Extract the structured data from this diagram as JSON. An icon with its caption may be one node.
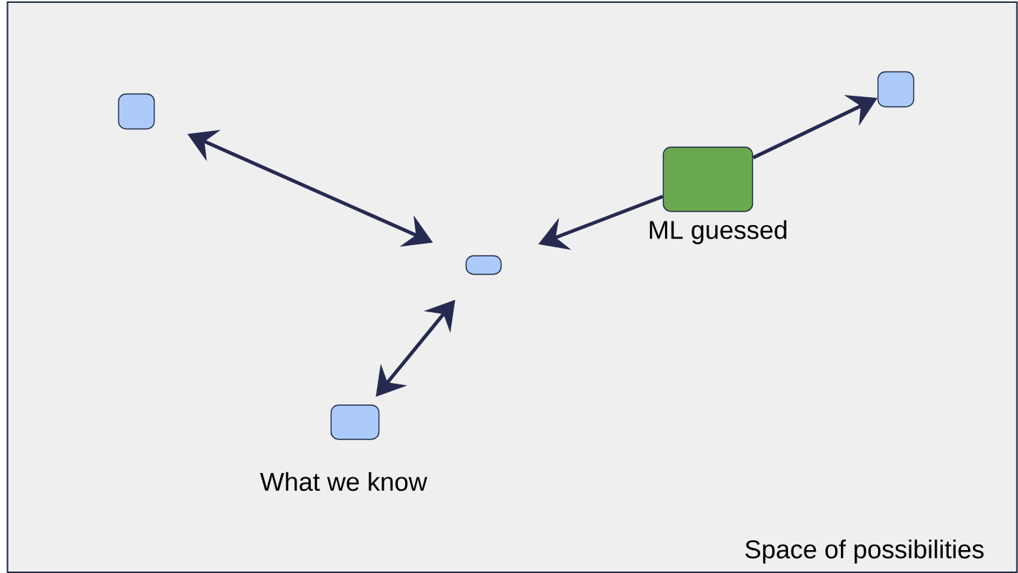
{
  "diagram": {
    "nodes": [
      {
        "text": [
          "Space of possibilities"
        ]
      },
      {
        "text": [],
        "shape": "box",
        "in": 0
      },
      {
        "text": [],
        "shape": "box",
        "in": 0
      },
      {
        "text": [
          "ML guessed"
        ],
        "in": 0
      },
      {
        "text": [],
        "shape": "box",
        "in": 0
      },
      {
        "text": [
          "What we know"
        ],
        "in": 0
      }
    ],
    "edges": [
      {
        "from": 1,
        "to": 4,
        "arrow": "both"
      },
      {
        "from": 3,
        "to": 2,
        "arrow": "to"
      },
      {
        "from": 3,
        "to": 4,
        "arrow": "to"
      },
      {
        "from": 4,
        "to": 5,
        "arrow": "both"
      }
    ]
  }
}
